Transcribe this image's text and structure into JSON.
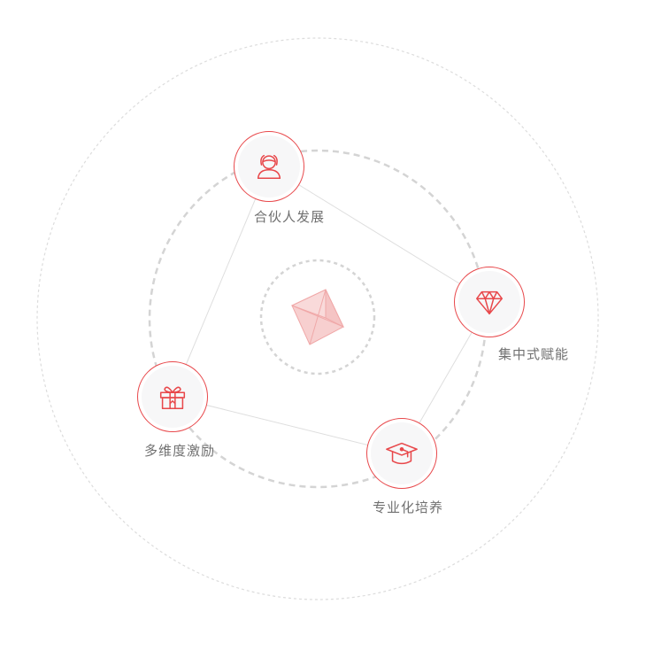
{
  "diagram": {
    "accent_color": "#e8484b",
    "center_icon": "pyramid-icon",
    "nodes": [
      {
        "label": "合伙人发展",
        "icon": "partner-user-icon"
      },
      {
        "label": "集中式赋能",
        "icon": "diamond-icon"
      },
      {
        "label": "专业化培养",
        "icon": "graduation-cap-icon"
      },
      {
        "label": "多维度激励",
        "icon": "gift-icon"
      }
    ]
  }
}
